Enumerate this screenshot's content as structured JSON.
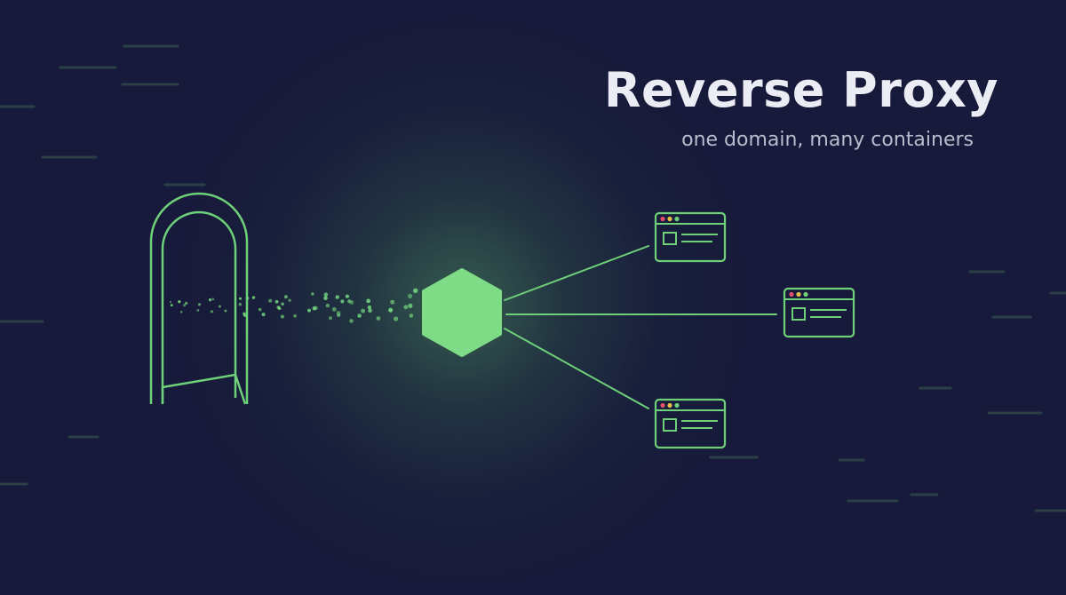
{
  "heading": {
    "title": "Reverse Proxy",
    "subtitle": "one domain, many containers"
  },
  "colors": {
    "background": "#171a3a",
    "accent": "#6fd07a",
    "accent_fill": "#7fdc86",
    "title": "#ecedf4",
    "subtitle": "#b9bccd",
    "window_dot_red": "#e0506a",
    "window_dot_yellow": "#e2c048"
  },
  "nodes": {
    "gateway": {
      "shape": "arch-doorway",
      "icon": "doorway-icon"
    },
    "proxy": {
      "shape": "hexagon",
      "icon": "hexagon-icon"
    },
    "containers": [
      {
        "icon": "browser-window-icon"
      },
      {
        "icon": "browser-window-icon"
      },
      {
        "icon": "browser-window-icon"
      }
    ]
  },
  "edges": [
    {
      "from": "gateway",
      "to": "proxy",
      "style": "particle-stream"
    },
    {
      "from": "proxy",
      "to": "container-1",
      "style": "line"
    },
    {
      "from": "proxy",
      "to": "container-2",
      "style": "line"
    },
    {
      "from": "proxy",
      "to": "container-3",
      "style": "line"
    }
  ]
}
